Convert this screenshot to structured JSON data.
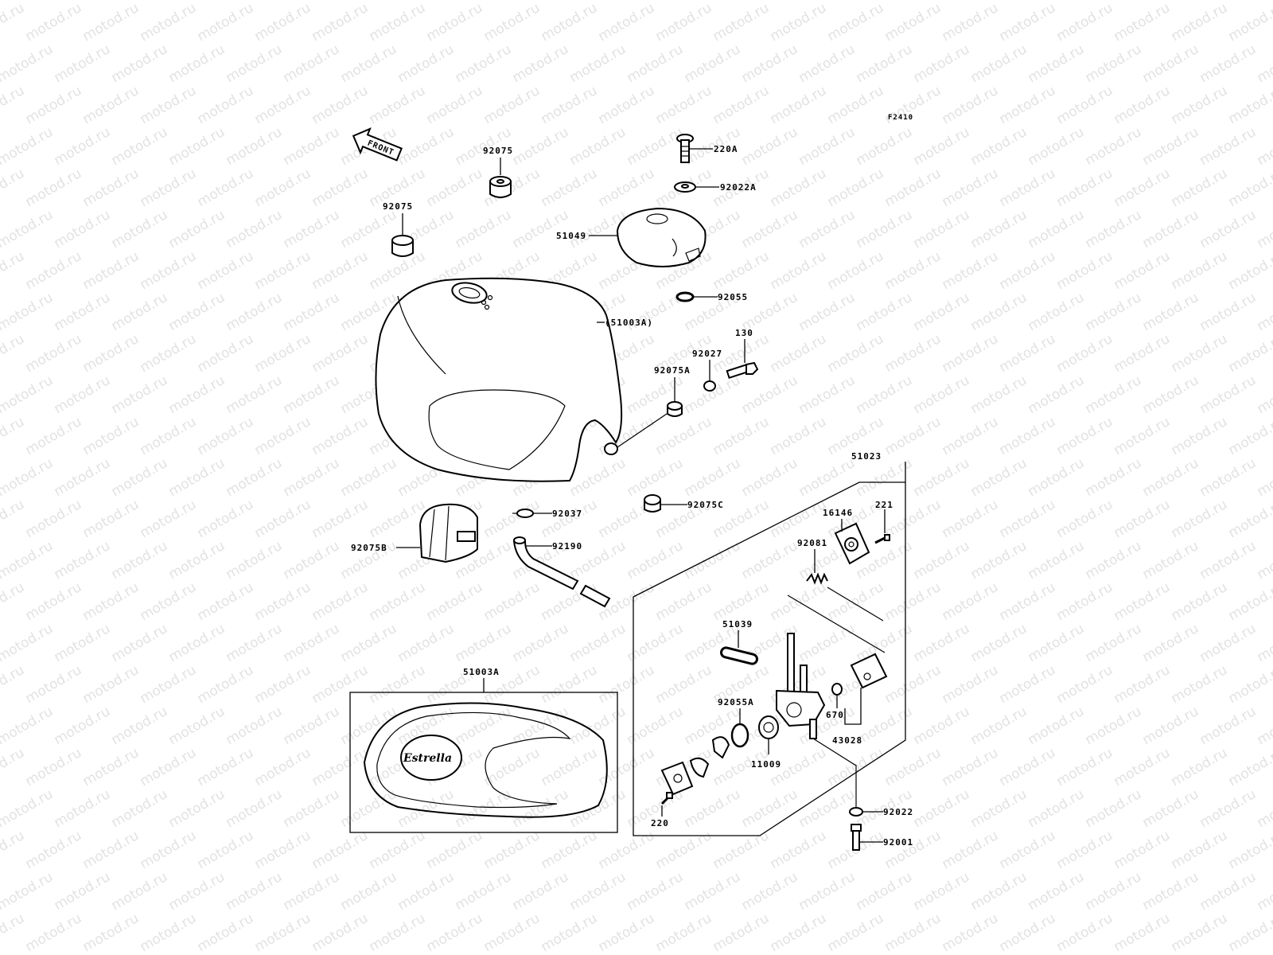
{
  "figure_code": "F2410",
  "direction_arrow": "FRONT",
  "watermark_text": "motod.ru",
  "emblem_text": "Estrella",
  "labels": {
    "p220A": "220A",
    "p92022A": "92022A",
    "p92075_top": "92075",
    "p92075_left": "92075",
    "p51049": "51049",
    "p92055": "92055",
    "p51003A_paren": "(51003A)",
    "p130": "130",
    "p92027": "92027",
    "p92075A": "92075A",
    "p51023": "51023",
    "p92075C": "92075C",
    "p92037": "92037",
    "p92190": "92190",
    "p92075B": "92075B",
    "p16146": "16146",
    "p221": "221",
    "p92081": "92081",
    "p51039": "51039",
    "p92055A": "92055A",
    "p670": "670",
    "p43028": "43028",
    "p11009": "11009",
    "p220": "220",
    "p92022": "92022",
    "p92001": "92001",
    "p51003A_box": "51003A"
  }
}
